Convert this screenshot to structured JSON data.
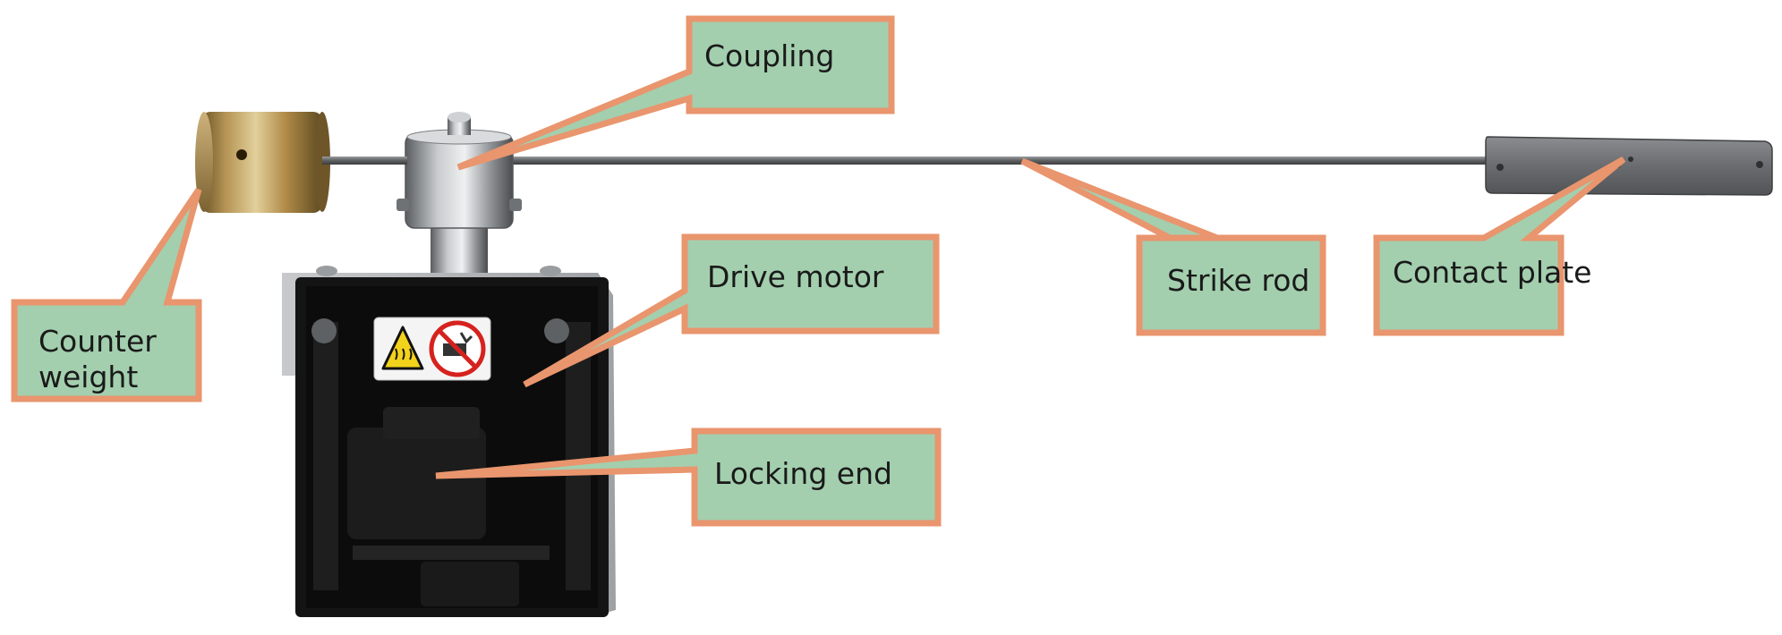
{
  "colors": {
    "callout_fill": "#a3cfae",
    "callout_border": "#e9956e",
    "label_text": "#1a1a1a",
    "background": "#ffffff"
  },
  "labels": {
    "coupling": "Coupling",
    "counter_weight_line1": "Counter",
    "counter_weight_line2": "weight",
    "drive_motor": "Drive motor",
    "locking_end": "Locking end",
    "strike_rod": "Strike rod",
    "contact_plate": "Contact plate"
  },
  "icons": {
    "hot_surface": "hot-surface-warning-icon",
    "no_hands": "no-hands-prohibition-icon"
  }
}
